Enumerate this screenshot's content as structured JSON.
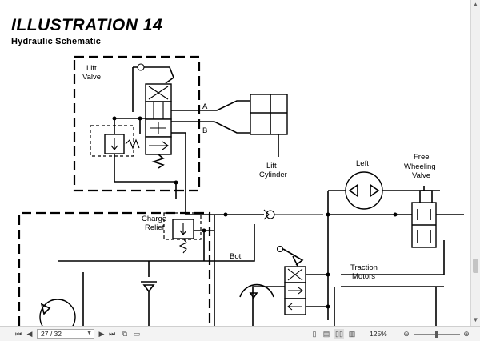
{
  "document": {
    "title": "ILLUSTRATION  14",
    "subtitle": "Hydraulic  Schematic"
  },
  "labels": {
    "lift_valve_1": "Lift",
    "lift_valve_2": "Valve",
    "port_a": "A",
    "port_b": "B",
    "lift_cylinder_1": "Lift",
    "lift_cylinder_2": "Cylinder",
    "left": "Left",
    "free_wheeling_1": "Free",
    "free_wheeling_2": "Wheeling",
    "free_wheeling_3": "Valve",
    "charge_relief_1": "Charge",
    "charge_relief_2": "Relief",
    "bot": "Bot",
    "traction_motors_1": "Traction",
    "traction_motors_2": "Motors"
  },
  "viewer": {
    "page_indicator": "27 / 32",
    "zoom": "125%",
    "icons": {
      "first_page": "first-page-icon",
      "prev_page": "prev-page-icon",
      "next_page": "next-page-icon",
      "last_page": "last-page-icon",
      "dropdown": "chevron-down-icon",
      "zoom_out": "minus-circle-icon",
      "zoom_in": "plus-circle-icon"
    }
  }
}
